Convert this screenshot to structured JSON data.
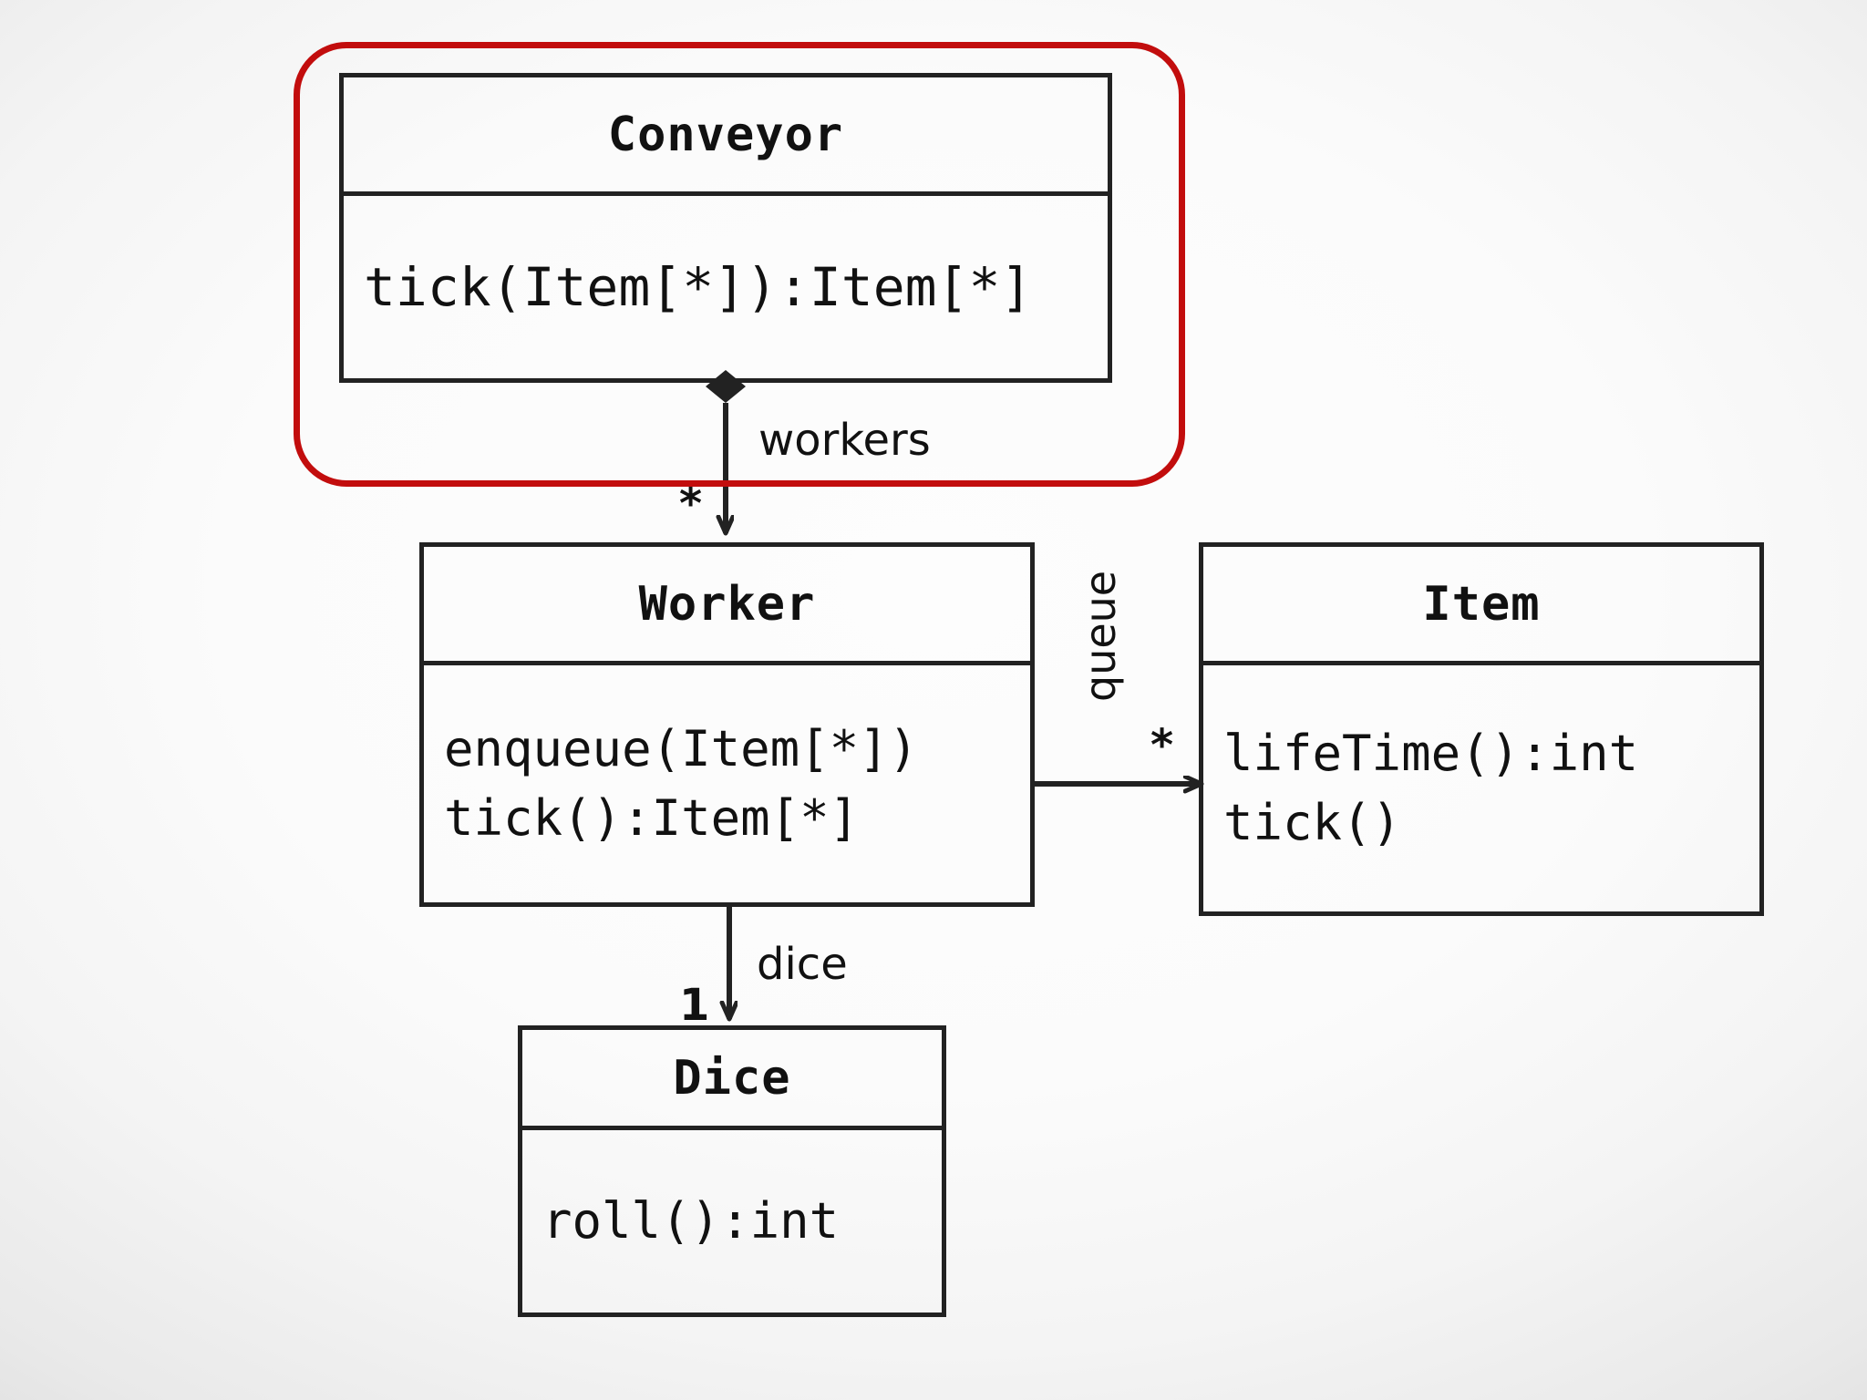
{
  "diagram": {
    "type": "uml-class-diagram",
    "background_color": "#f5f5f5",
    "highlight_color": "#c20d0d",
    "line_color": "#222222"
  },
  "classes": [
    {
      "id": "conveyor",
      "name": "Conveyor",
      "members": [
        "tick(Item[*]):Item[*]"
      ],
      "highlighted": true
    },
    {
      "id": "worker",
      "name": "Worker",
      "members": [
        "enqueue(Item[*])",
        "tick():Item[*]"
      ],
      "highlighted": false
    },
    {
      "id": "item",
      "name": "Item",
      "members": [
        "lifeTime():int",
        "tick()"
      ],
      "highlighted": false
    },
    {
      "id": "dice",
      "name": "Dice",
      "members": [
        "roll():int"
      ],
      "highlighted": false
    }
  ],
  "relations": [
    {
      "id": "conveyor-worker",
      "from": "Conveyor",
      "to": "Worker",
      "kind": "composition",
      "role_label": "workers",
      "multiplicity": "*"
    },
    {
      "id": "worker-item",
      "from": "Worker",
      "to": "Item",
      "kind": "association",
      "role_label": "queue",
      "multiplicity": "*"
    },
    {
      "id": "worker-dice",
      "from": "Worker",
      "to": "Dice",
      "kind": "association",
      "role_label": "dice",
      "multiplicity": "1"
    }
  ]
}
